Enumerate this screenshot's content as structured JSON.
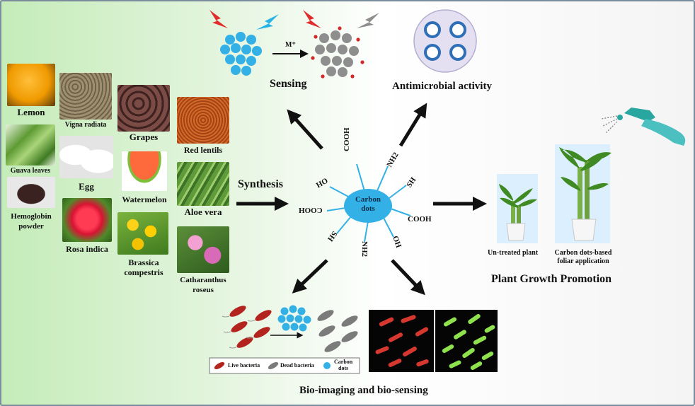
{
  "sources": {
    "lemon": "Lemon",
    "vigna": "Vigna radiata",
    "grapes": "Grapes",
    "red_lentils": "Red lentils",
    "guava": "Guava leaves",
    "egg": "Egg",
    "watermelon": "Watermelon",
    "aloe": "Aloe vera",
    "hemoglobin": "Hemoglobin powder",
    "rosa": "Rosa indica",
    "brassica": "Brassica compestris",
    "catharanthus": "Catharanthus roseus"
  },
  "center": {
    "line1": "Carbon",
    "line2": "dots",
    "groups": [
      "COOH",
      "NH2",
      "SH",
      "COOH",
      "OH",
      "NH2",
      "SH",
      "COOH",
      "OH"
    ]
  },
  "synthesis": "Synthesis",
  "sensing": {
    "title": "Sensing",
    "ion": "M⁺"
  },
  "antimicrobial": "Antimicrobial activity",
  "plant": {
    "title": "Plant Growth Promotion",
    "untreated": "Un-treated plant",
    "treated_line1": "Carbon dots-based",
    "treated_line2": "foliar application"
  },
  "bioimaging": {
    "title": "Bio-imaging and bio-sensing",
    "legend_live": "Live bacteria",
    "legend_dead": "Dead bacteria",
    "legend_cd1": "Carbon",
    "legend_cd2": "dots"
  },
  "colors": {
    "carbon_dot": "#33b1e6",
    "dead_particle": "#8e8e8e",
    "ion": "#d12a2a",
    "arrow": "#111111"
  }
}
